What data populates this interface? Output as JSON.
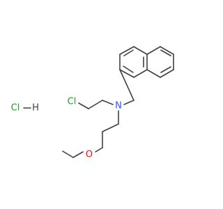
{
  "molecule": {
    "atom_labels": {
      "nitrogen": "N",
      "oxygen": "O",
      "chlorine": "Cl",
      "salt_chlorine": "Cl",
      "salt_hydrogen": "H"
    },
    "colors": {
      "bond": "#404040",
      "nitrogen": "#3050F8",
      "oxygen": "#FF0D0D",
      "chlorine": "#1FA01F",
      "hydrogen": "#404040"
    }
  }
}
